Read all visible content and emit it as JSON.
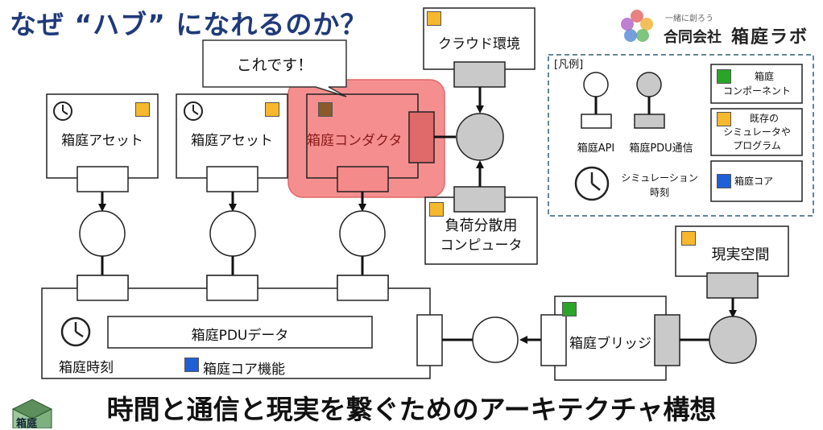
{
  "slide": {
    "title": "なぜ “ハブ” になれるのか？",
    "bottom_title": "時間と通信と現実を繋ぐためのアーキテクチャ構想",
    "callout": "これです！"
  },
  "logo": {
    "tagline": "一緒に創ろう",
    "company": "合同会社",
    "brand": "箱庭ラボ",
    "corner_logo_text": "箱庭"
  },
  "nodes": {
    "asset1": "箱庭アセット",
    "asset2": "箱庭アセット",
    "conductor": "箱庭コンダクタ",
    "cloud": "クラウド環境",
    "load_balancer_line1": "負荷分散用",
    "load_balancer_line2": "コンピュータ",
    "real_space": "現実空間",
    "bridge": "箱庭ブリッジ",
    "pdu_data": "箱庭PDUデータ",
    "hakoniwa_time": "箱庭時刻",
    "core_function": "箱庭コア機能"
  },
  "legend": {
    "title": "[凡例]",
    "api": "箱庭API",
    "pdu": "箱庭PDU通信",
    "sim_time_line1": "シミュレーション",
    "sim_time_line2": "時刻",
    "component_line1": "箱庭",
    "component_line2": "コンポーネント",
    "existing_line1": "既存の",
    "existing_line2": "シミュレータや",
    "existing_line3": "プログラム",
    "core": "箱庭コア"
  },
  "colors": {
    "title": "#1f3a7a",
    "yellow": "#f5b82e",
    "green": "#2aa52a",
    "blue": "#1f5fd6",
    "brown": "#8b5a2b",
    "highlight": "#f58a8a",
    "highlight_text": "#8b1a1a",
    "gray_fill": "#c9c9c9"
  },
  "icons": [
    "clock-icon",
    "yellow-square-icon",
    "green-square-icon",
    "blue-square-icon",
    "brown-square-icon",
    "arrow-icon"
  ]
}
